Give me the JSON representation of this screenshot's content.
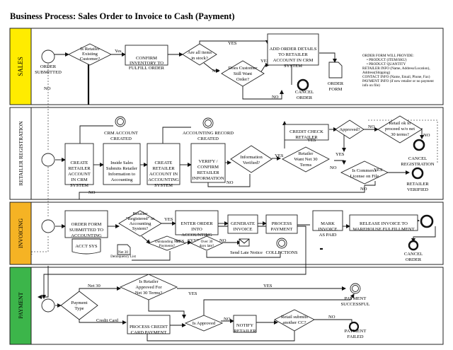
{
  "title": "Business Process: Sales Order to Invoice to Cash (Payment)",
  "lanes": {
    "sales": "SALES",
    "retailer": "RETAILER REGISTRATION",
    "invoicing": "INVOICING",
    "payment": "PAYMENT"
  },
  "colors": {
    "sales": "#ffec00",
    "retailer": "#ffffff",
    "invoicing": "#f5b324",
    "payment": "#3cb54a",
    "border": "#222222"
  },
  "sales": {
    "order_submitted": [
      "ORDER",
      "SUBMITTED"
    ],
    "retailer_existing": [
      "Is Retailer",
      "Existing",
      "Customer?"
    ],
    "confirm_inventory": [
      "CONFIRM",
      "INVENTORY TO",
      "FULFILL ORDER"
    ],
    "items_in_stock": [
      "Are all items",
      "in stock?"
    ],
    "customer_want": [
      "Does Customer",
      "Still Want",
      "Order?"
    ],
    "add_order_details": [
      "ADD ORDER DETAILS",
      "TO RETAILER",
      "ACCOUNT IN CRM",
      "SYSTEM"
    ],
    "order_form": [
      "ORDER",
      "FORM"
    ],
    "cancel_order": [
      "CANCEL",
      "ORDER"
    ],
    "note": [
      "ORDER FORM WILL PROVIDE:",
      "• PRODUCT (ITEM/SKU)",
      "• PRODUCT QUANTITY",
      "RETAILER INFO (Name, Address/Location),",
      "Address(Shipping)",
      "CONTACT INFO (Name, Email, Phone, Fax)",
      "PAYMENT INFO (if new retailer or no payment",
      "info on file)"
    ]
  },
  "retailer": {
    "create_retailer_account": [
      "CREATE",
      "RETAILER",
      "ACCOUNT",
      "IN CRM",
      "SYSTEM"
    ],
    "crm_account_created": [
      "CRM ACCOUNT",
      "CREATED"
    ],
    "inside_sales": [
      "Inside Sales",
      "Submits Retailer",
      "Information to",
      "Accounting"
    ],
    "create_accounting": [
      "CREATE",
      "RETAILER",
      "ACCOUNT IN",
      "ACCOUNTING",
      "SYSTEM"
    ],
    "accounting_record_created": [
      "ACCOUNTING RECORD",
      "CREATED"
    ],
    "verify_confirm": [
      "VERIFY /",
      "CONFIRM",
      "RETAILER",
      "INFORMATION"
    ],
    "information_verified": [
      "Information",
      "Verified?"
    ],
    "credit_check": [
      "CREDIT CHECK",
      "RETAILER"
    ],
    "want_net30": [
      "Retailer",
      "Want Net 30",
      "Terms"
    ],
    "approved": "Approved?",
    "retail_ok": [
      "Retail ok to",
      "proceed w/o net",
      "30 terms?"
    ],
    "commerce_license": [
      "Is Commerce",
      "License on File"
    ],
    "cancel_registration": [
      "CANCEL",
      "REGISTRATION"
    ],
    "retailer_verified": [
      "RETAILER",
      "VERIFIED"
    ]
  },
  "invoicing": {
    "order_form_submitted": [
      "ORDER FORM",
      "SUBMITTED TO",
      "ACCOUNTING"
    ],
    "acct_sys": "ACCT SYS",
    "retailer_registered": [
      "Retailer",
      "\"Registered\" in",
      "Accounting",
      "System?"
    ],
    "enter_order": [
      "ENTER ORDER",
      "INTO",
      "ACCOUNTING",
      "SYSTEM"
    ],
    "generate_invoice": [
      "GENERATE",
      "INVOICE"
    ],
    "process_payment": [
      "PROCESS",
      "PAYMENT"
    ],
    "mark_invoice_paid": [
      "MARK",
      "INVOICE",
      "AS PAID"
    ],
    "release_invoice": [
      "RELEASE INVOICE TO",
      "WAREHOUSE FULFILLMENT"
    ],
    "outstanding_payments": [
      "Outstanding Net",
      "Payments?"
    ],
    "over_30_days": [
      "Over 30",
      "days late?"
    ],
    "net30_delinquency": [
      "Net 30",
      "Delinquency List"
    ],
    "send_late_notice": "Send Late Notice",
    "collections": "COLLECTIONS",
    "cancel_order": [
      "CANCEL",
      "ORDER"
    ]
  },
  "payment": {
    "payment_type": [
      "Payment",
      "Type"
    ],
    "net30_terms": [
      "Is Retailer",
      "Approved For",
      "Net 30 Terms?"
    ],
    "process_credit_card": [
      "PROCESS CREDIT",
      "CARD PAYMENT"
    ],
    "is_approved": "Is Approved",
    "notify_retailer": [
      "NOTIFY",
      "RETAILER"
    ],
    "retail_submit_cc": [
      "Retail submits",
      "another CC?"
    ],
    "payment_successful": [
      "PAYMENT",
      "SUCCESSFUL"
    ],
    "payment_failed": [
      "PAYMENT",
      "FAILED"
    ]
  },
  "labels": {
    "yes": "YES",
    "yes_lower": "Yes",
    "no": "NO",
    "net30": "Net 30",
    "credit_card": "Credit Card"
  }
}
